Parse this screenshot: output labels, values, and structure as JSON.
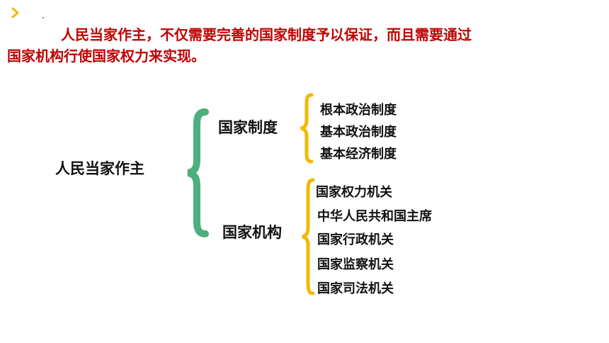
{
  "intro": {
    "line1": "人民当家作主，不仅需要完善的国家制度予以保证，而且需要通过",
    "line2": "国家机构行使国家权力来实现。"
  },
  "diagram": {
    "root": "人民当家作主",
    "branches": [
      {
        "label": "国家制度",
        "items": [
          "根本政治制度",
          "基本政治制度",
          "基本经济制度"
        ]
      },
      {
        "label": "国家机构",
        "items": [
          "国家权力机关",
          "中华人民共和国主席",
          "国家行政机关",
          "国家监察机关",
          "国家司法机关"
        ]
      }
    ]
  },
  "colors": {
    "title": "#c00000",
    "brace_root": "#4caf7d",
    "brace_branch": "#f2b800",
    "chevron": "#f2b800"
  }
}
